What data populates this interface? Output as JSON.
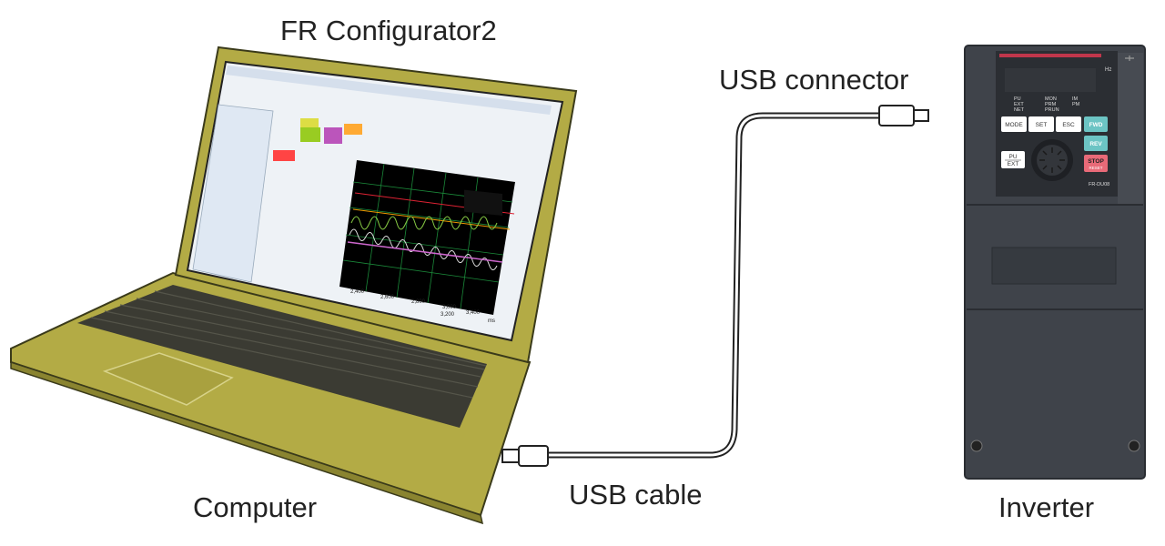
{
  "labels": {
    "software": "FR Configurator2",
    "computer": "Computer",
    "usb_connector": "USB connector",
    "usb_cable": "USB cable",
    "inverter": "Inverter"
  },
  "inverter_panel": {
    "unit": "Hz",
    "leds_left": [
      "PU",
      "EXT",
      "NET"
    ],
    "leds_mid": [
      "MON",
      "PRM",
      "PRUN"
    ],
    "leds_right": [
      "IM",
      "PM"
    ],
    "buttons": {
      "mode": "MODE",
      "set": "SET",
      "esc": "ESC",
      "fwd": "FWD",
      "rev": "REV",
      "stop": "STOP",
      "reset": "RESET",
      "pu": "PU",
      "ext": "EXT"
    },
    "model": "FR-DU08"
  },
  "screen_graph": {
    "x_ticks": [
      "2,400",
      "2,600",
      "2,800",
      "3,000",
      "3,200",
      "3,400"
    ],
    "x_unit": "ms"
  },
  "colors": {
    "laptop_body": "#b8b04a",
    "inverter_body": "#3f434a",
    "cable": "#222222"
  }
}
